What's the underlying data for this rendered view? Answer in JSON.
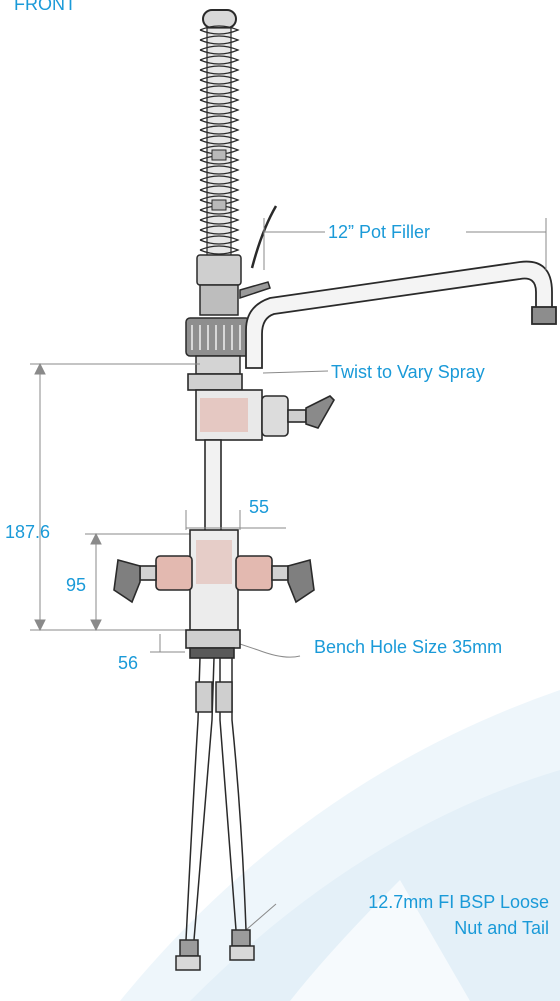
{
  "heading": "FRONT",
  "colors": {
    "label": "#1a9ad8",
    "dimension_line": "#8a8a8a",
    "outline": "#2a2a2a",
    "part_fill": "#d6d6d6",
    "part_shade": "#e3b9b0",
    "watermark": "#e8f2f9"
  },
  "labels": {
    "pot_filler": "12” Pot Filler",
    "twist_spray": "Twist to Vary Spray",
    "width_dim": "55",
    "height_dim": "187.6",
    "handle_dim": "95",
    "thread_dim": "56",
    "bench_hole": "Bench Hole Size 35mm",
    "tail_line1": "12.7mm FI BSP Loose",
    "tail_line2": "Nut and Tail"
  }
}
